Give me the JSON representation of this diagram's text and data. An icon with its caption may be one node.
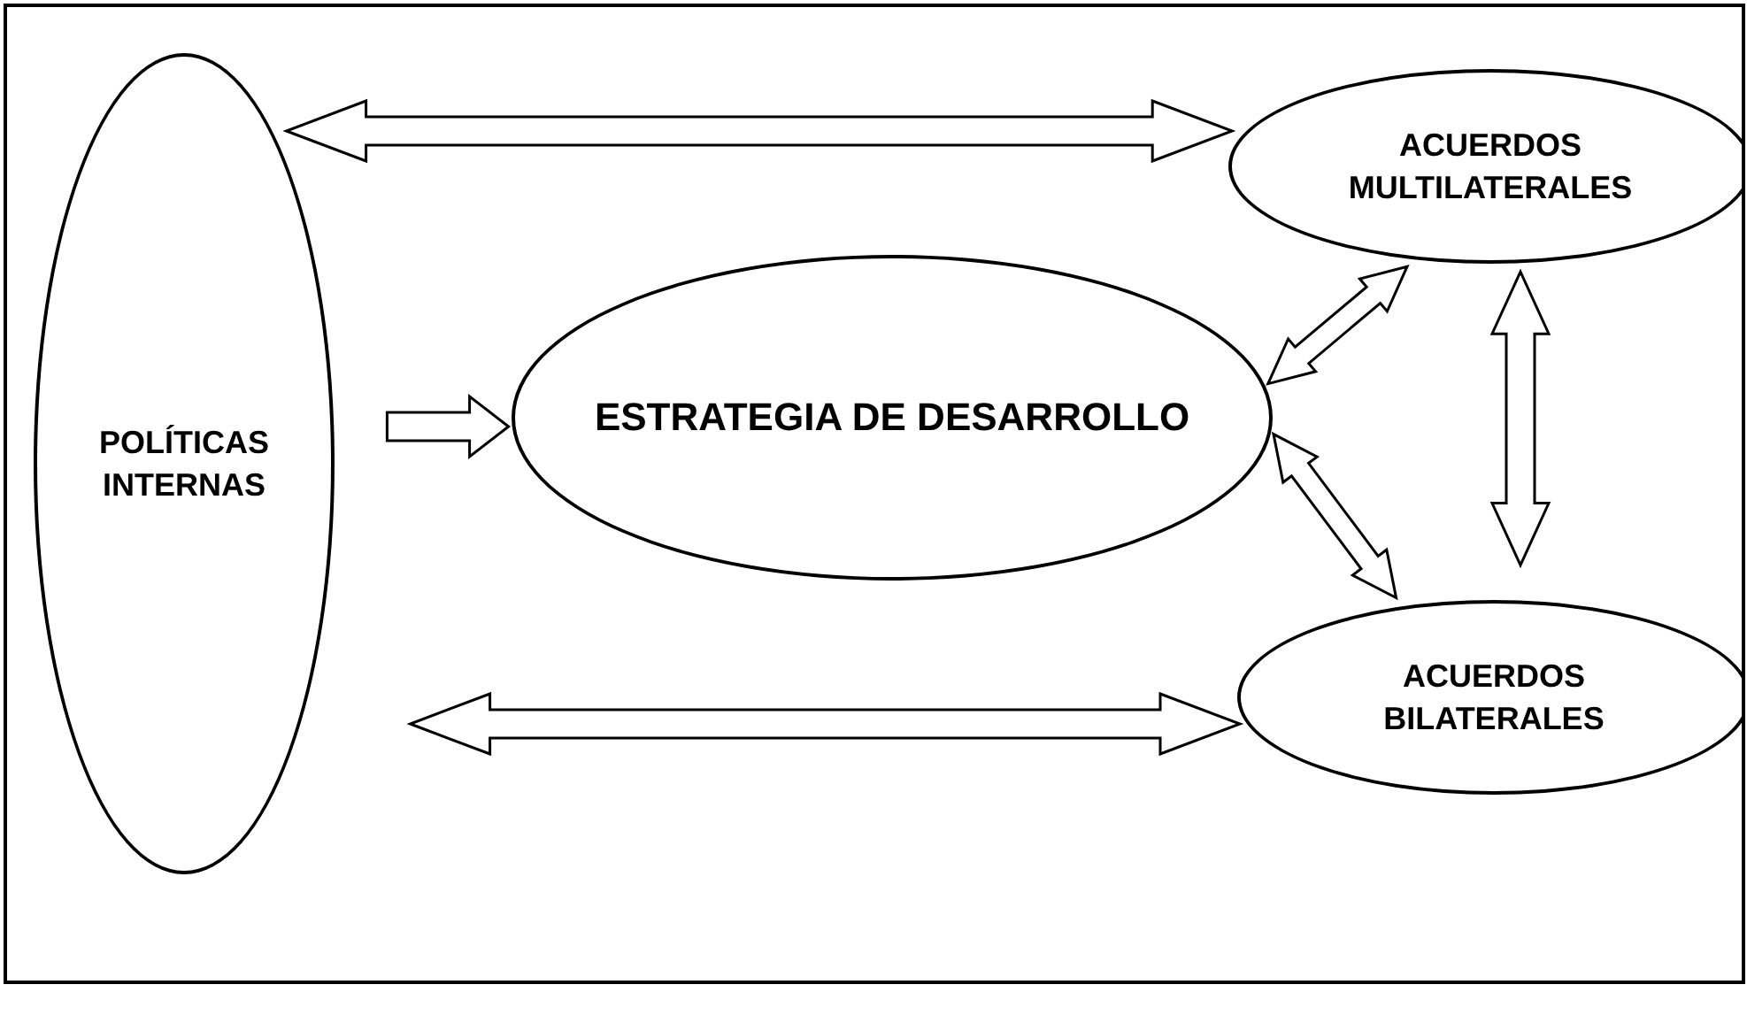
{
  "diagram": {
    "nodes": [
      {
        "text": [
          "POLÍTICAS INTERNAS"
        ]
      },
      {
        "text": [
          "ESTRATEGIA DE DESARROLLO"
        ]
      },
      {
        "text": [
          "ACUERDOS MULTILATERALES"
        ]
      },
      {
        "text": [
          "ACUERDOS BILATERALES"
        ]
      }
    ],
    "edges": [
      {
        "from": 0,
        "to": 2,
        "arrow": "both"
      },
      {
        "from": 0,
        "to": 1,
        "arrow": "to"
      },
      {
        "from": 1,
        "to": 2,
        "arrow": "both"
      },
      {
        "from": 1,
        "to": 3,
        "arrow": "both"
      },
      {
        "from": 2,
        "to": 3,
        "arrow": "both"
      },
      {
        "from": 0,
        "to": 3,
        "arrow": "both"
      }
    ]
  }
}
